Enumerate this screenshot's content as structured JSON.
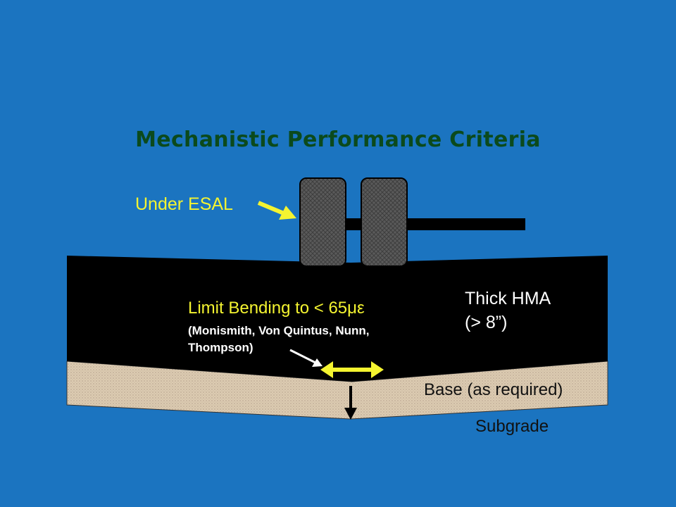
{
  "title": "Mechanistic Performance Criteria",
  "labels": {
    "under_esal": "Under ESAL",
    "limit_bending": "Limit Bending to < 65με",
    "references": "(Monismith, Von Quintus, Nunn, Thompson)",
    "thick_hma_line1": "Thick HMA",
    "thick_hma_line2": "(> 8”)",
    "base": "Base (as required)",
    "subgrade": "Subgrade"
  },
  "colors": {
    "background": "#1b74c0",
    "title": "#0b4a1c",
    "highlight": "#f4f430",
    "hma_layer": "#000000",
    "base_layer": "#d8c8b0",
    "tire": "#555555"
  }
}
